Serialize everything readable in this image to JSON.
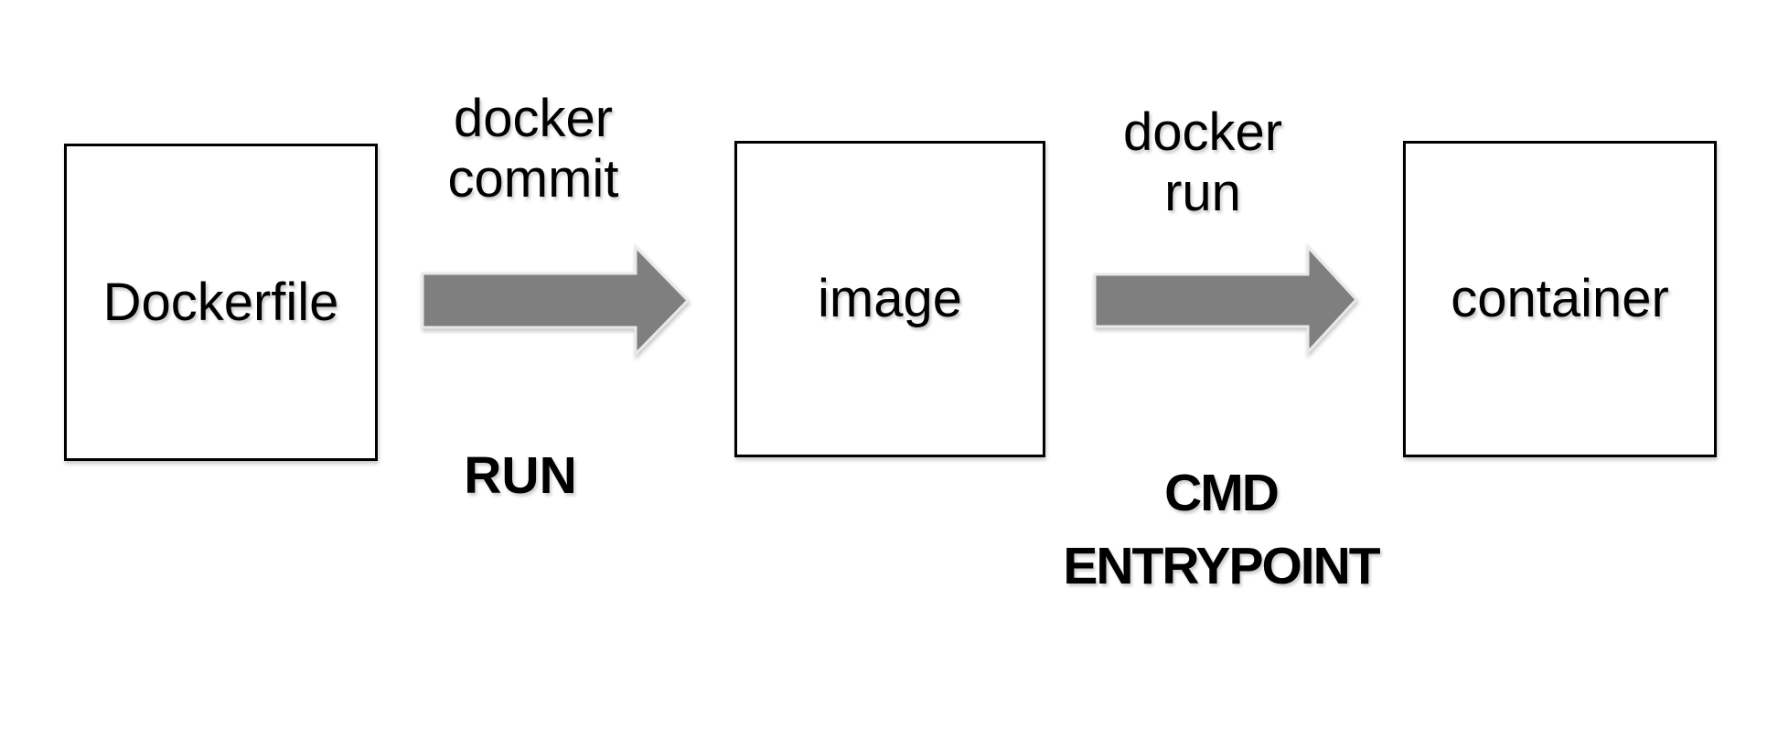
{
  "diagram": {
    "type": "flow-diagram",
    "topic": "Docker build and run workflow",
    "nodes": [
      {
        "id": "dockerfile",
        "label": "Dockerfile"
      },
      {
        "id": "image",
        "label": "image"
      },
      {
        "id": "container",
        "label": "container"
      }
    ],
    "edges": [
      {
        "from": "dockerfile",
        "to": "image",
        "command_line1": "docker",
        "command_line2": "commit",
        "instruction_line1": "RUN"
      },
      {
        "from": "image",
        "to": "container",
        "command_line1": "docker",
        "command_line2": "run",
        "instruction_line1": "CMD",
        "instruction_line2": "ENTRYPOINT"
      }
    ],
    "colors": {
      "background": "#ffffff",
      "text": "#000000",
      "node_border": "#000000",
      "arrow_fill": "#7f7f7f",
      "arrow_outline": "#e9e9e9"
    }
  }
}
